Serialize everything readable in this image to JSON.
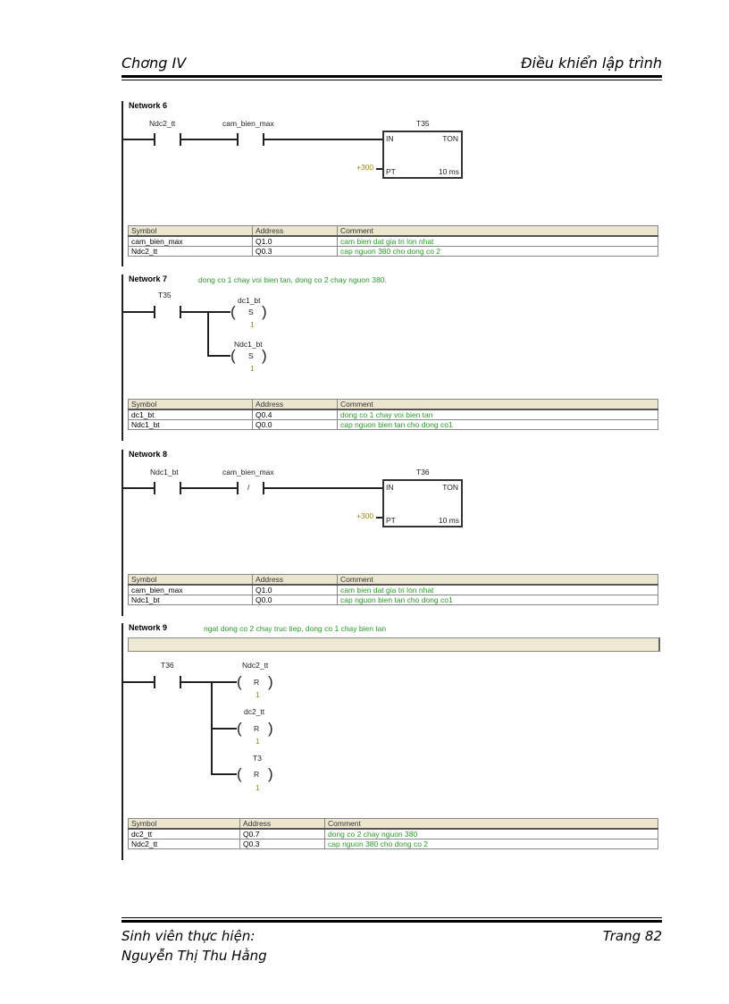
{
  "header": {
    "chapter": "Chơng  IV",
    "title": "Điều khiển lập trình"
  },
  "footer": {
    "student_label": "Sinh viên thực hiện:",
    "student_name": "Nguyễn Thị Thu Hằng",
    "page": "Trang 82"
  },
  "networks": [
    {
      "title": "Network 6",
      "comment": "",
      "contacts": [
        "Ndc2_tt",
        "cam_bien_max"
      ],
      "timer": {
        "name": "T35",
        "type": "TON",
        "in": "IN",
        "pt": "PT",
        "preset": "+300",
        "base": "10 ms"
      },
      "table": {
        "headers": [
          "Symbol",
          "Address",
          "Comment"
        ],
        "rows": [
          [
            "cam_bien_max",
            "Q1.0",
            "cam bien dat gia tri lon nhat"
          ],
          [
            "Ndc2_tt",
            "Q0.3",
            "cap nguon 380 cho dong co 2"
          ]
        ]
      }
    },
    {
      "title": "Network 7",
      "comment": "dong co 1 chay voi bien tan, dong co 2 chay nguon 380.",
      "contacts": [
        "T35"
      ],
      "coils": [
        {
          "name": "dc1_bt",
          "op": "S",
          "n": "1"
        },
        {
          "name": "Ndc1_bt",
          "op": "S",
          "n": "1"
        }
      ],
      "table": {
        "headers": [
          "Symbol",
          "Address",
          "Comment"
        ],
        "rows": [
          [
            "dc1_bt",
            "Q0.4",
            "dong co 1 chay voi bien tan"
          ],
          [
            "Ndc1_bt",
            "Q0.0",
            "cap nguon bien tan cho dong co1"
          ]
        ]
      }
    },
    {
      "title": "Network 8",
      "comment": "",
      "contacts": [
        "Ndc1_bt",
        "cam_bien_max"
      ],
      "not_symbol": "/",
      "timer": {
        "name": "T36",
        "type": "TON",
        "in": "IN",
        "pt": "PT",
        "preset": "+300",
        "base": "10 ms"
      },
      "table": {
        "headers": [
          "Symbol",
          "Address",
          "Comment"
        ],
        "rows": [
          [
            "cam_bien_max",
            "Q1.0",
            "cam bien dat gia tri lon nhat"
          ],
          [
            "Ndc1_bt",
            "Q0.0",
            "cap nguon bien tan cho dong co1"
          ]
        ]
      }
    },
    {
      "title": "Network 9",
      "comment": "ngat dong co 2 chay truc tiep, dong co 1 chay bien tan",
      "contacts": [
        "T36"
      ],
      "coils": [
        {
          "name": "Ndc2_tt",
          "op": "R",
          "n": "1"
        },
        {
          "name": "dc2_tt",
          "op": "R",
          "n": "1"
        },
        {
          "name": "T3",
          "op": "R",
          "n": "1"
        }
      ],
      "table": {
        "headers": [
          "Symbol",
          "Address",
          "Comment"
        ],
        "rows": [
          [
            "dc2_tt",
            "Q0.7",
            "dong co 2 chay nguon 380"
          ],
          [
            "Ndc2_tt",
            "Q0.3",
            "cap nguon 380 cho dong co 2"
          ]
        ]
      }
    }
  ],
  "paren_open": "(",
  "paren_close": ")"
}
